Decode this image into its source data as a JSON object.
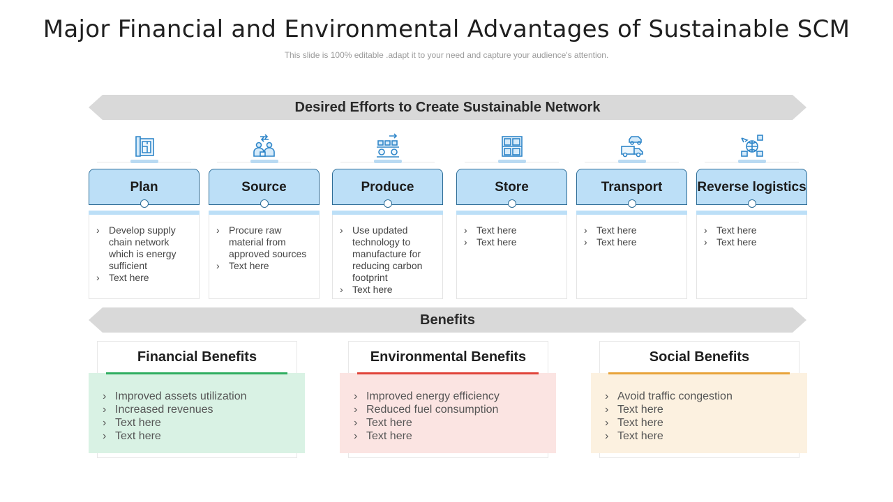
{
  "title": "Major Financial and Environmental Advantages of Sustainable SCM",
  "subtitle": "This slide is 100% editable .adapt it to your need and capture your audience's attention.",
  "bands": {
    "efforts": "Desired Efforts to Create Sustainable Network",
    "benefits": "Benefits"
  },
  "steps": [
    {
      "label": "Plan",
      "icon": "blueprint-icon",
      "items": [
        "Develop supply chain network which is energy sufficient",
        "Text here"
      ]
    },
    {
      "label": "Source",
      "icon": "people-exchange-icon",
      "items": [
        "Procure raw material from approved sources",
        "Text here"
      ]
    },
    {
      "label": "Produce",
      "icon": "conveyor-gears-icon",
      "items": [
        "Use updated technology to manufacture for reducing carbon footprint",
        "Text here"
      ]
    },
    {
      "label": "Store",
      "icon": "warehouse-boxes-icon",
      "items": [
        "Text here",
        "Text here"
      ]
    },
    {
      "label": "Transport",
      "icon": "delivery-vehicles-icon",
      "items": [
        "Text here",
        "Text here"
      ]
    },
    {
      "label": "Reverse logistics",
      "icon": "global-logistics-icon",
      "items": [
        "Text here",
        "Text here"
      ]
    }
  ],
  "benefits": [
    {
      "title": "Financial Benefits",
      "accent": "#2fae60",
      "fill": "#d9f2e4",
      "items": [
        "Improved assets utilization",
        "Increased revenues",
        "Text here",
        "Text here"
      ]
    },
    {
      "title": "Environmental Benefits",
      "accent": "#e0443a",
      "fill": "#fbe4e2",
      "items": [
        "Improved energy efficiency",
        "Reduced fuel consumption",
        "Text here",
        "Text here"
      ]
    },
    {
      "title": "Social Benefits",
      "accent": "#e8a33a",
      "fill": "#fcf1e0",
      "items": [
        "Avoid traffic congestion",
        "Text here",
        "Text here",
        "Text here"
      ]
    }
  ],
  "colors": {
    "step_header": "#bcdff7",
    "step_border": "#2e6d97",
    "band": "#d9d9d9",
    "icon_stroke": "#2f86c9"
  }
}
